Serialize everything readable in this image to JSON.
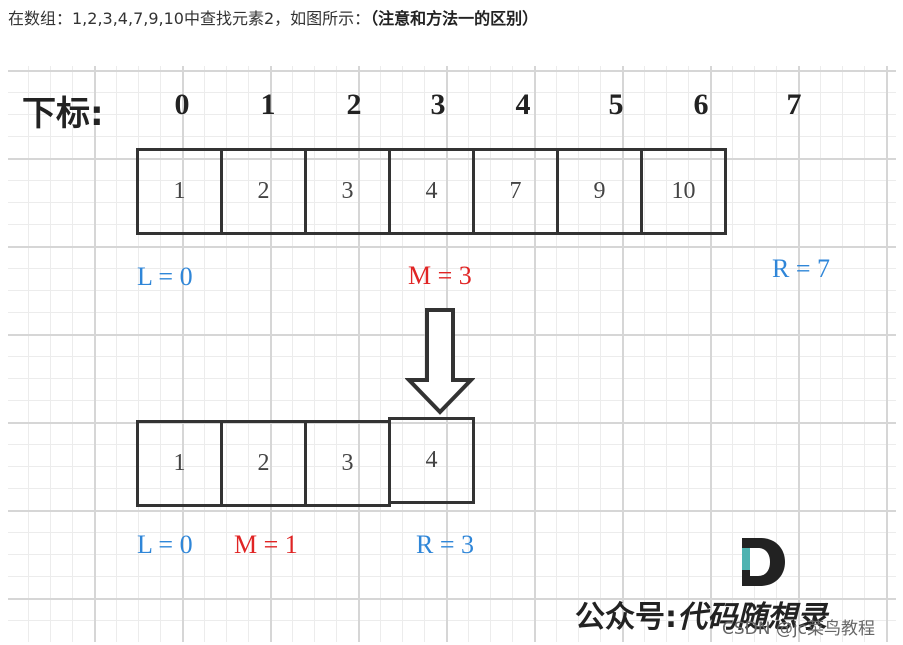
{
  "caption": {
    "text": "在数组：1,2,3,4,7,9,10中查找元素2，如图所示：",
    "note": "（注意和方法一的区别）"
  },
  "index_label": "下标:",
  "indices": [
    "0",
    "1",
    "2",
    "3",
    "4",
    "5",
    "6",
    "7"
  ],
  "array_top": [
    "1",
    "2",
    "3",
    "4",
    "7",
    "9",
    "10"
  ],
  "pointers_top": {
    "left": "L = 0",
    "mid": "M = 3",
    "right": "R = 7"
  },
  "array_bottom": [
    "1",
    "2",
    "3",
    "4"
  ],
  "pointers_bottom": {
    "left": "L = 0",
    "mid": "M = 1",
    "right": "R = 3"
  },
  "brand": {
    "prefix": "公众号:",
    "name": "代码随想录"
  },
  "watermark": "CSDN @jc菜鸟教程",
  "colors": {
    "left_right_pointer": "#2f86d8",
    "mid_pointer": "#e02424",
    "cell_border": "#333333",
    "logo_dark": "#222222",
    "logo_accent": "#4fb3b1"
  }
}
